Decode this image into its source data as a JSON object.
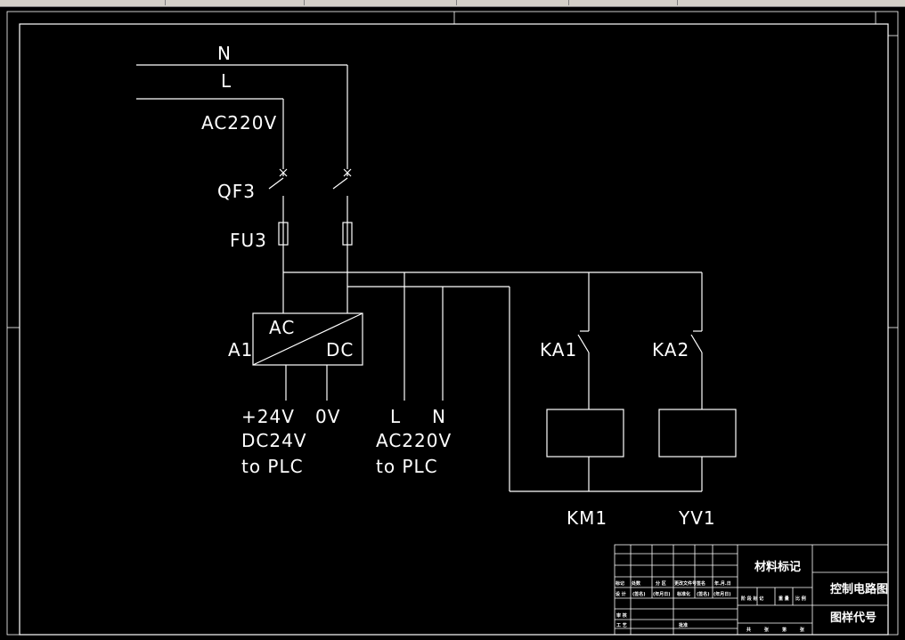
{
  "supply": {
    "n_label": "N",
    "l_label": "L",
    "voltage_label": "AC220V"
  },
  "breaker": {
    "label": "QF3"
  },
  "fuse": {
    "label": "FU3"
  },
  "power_supply": {
    "label": "A1",
    "input_label": "AC",
    "output_label": "DC"
  },
  "outputs": {
    "plus24_label": "+24V",
    "zero_label": "0V",
    "dc_label": "DC24V",
    "dc_to_plc": "to PLC",
    "l_label": "L",
    "n_label": "N",
    "ac_label": "AC220V",
    "ac_to_plc": "to PLC"
  },
  "relays": [
    {
      "contact": "KA1",
      "coil": "KM1"
    },
    {
      "contact": "KA2",
      "coil": "YV1"
    }
  ],
  "title_block": {
    "material_mark": "材料标记",
    "drawing_title": "控制电路图",
    "drawing_code": "图样代号",
    "row_a": [
      "标记",
      "处数",
      "分 区",
      "更改文件号",
      "签名",
      "年.月.日"
    ],
    "row_b": [
      "设 计",
      "(签名)",
      "(年月日)",
      "标准化",
      "(签名)",
      "(年月日)"
    ],
    "stage_row": [
      "阶 段 标 记",
      "重 量",
      "比 例"
    ],
    "row_c": [
      "审 核"
    ],
    "row_d": [
      "工 艺",
      "批准"
    ],
    "sheet_row": [
      "共",
      "张",
      "第",
      "张"
    ]
  }
}
